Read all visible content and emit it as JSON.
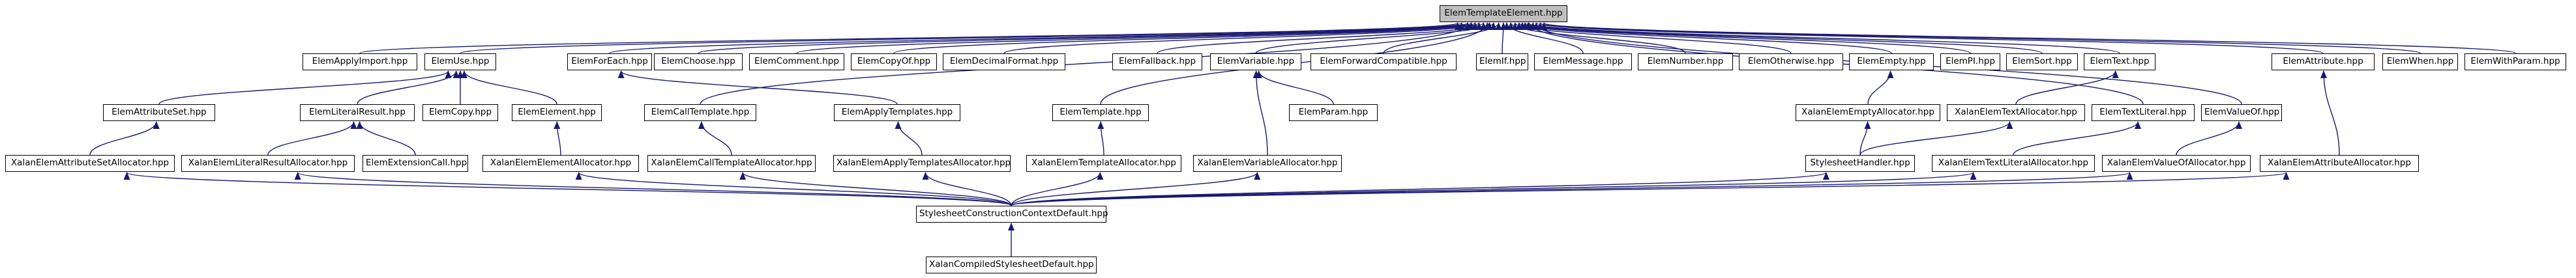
{
  "graph": {
    "nodes": [
      {
        "id": "root",
        "label": "ElemTemplateElement.hpp",
        "root": true
      },
      {
        "id": "applyimport",
        "label": "ElemApplyImport.hpp"
      },
      {
        "id": "use",
        "label": "ElemUse.hpp"
      },
      {
        "id": "foreach",
        "label": "ElemForEach.hpp"
      },
      {
        "id": "choose",
        "label": "ElemChoose.hpp"
      },
      {
        "id": "comment",
        "label": "ElemComment.hpp"
      },
      {
        "id": "copyof",
        "label": "ElemCopyOf.hpp"
      },
      {
        "id": "decimalformat",
        "label": "ElemDecimalFormat.hpp"
      },
      {
        "id": "fallback",
        "label": "ElemFallback.hpp"
      },
      {
        "id": "variable",
        "label": "ElemVariable.hpp"
      },
      {
        "id": "forwardcompat",
        "label": "ElemForwardCompatible.hpp"
      },
      {
        "id": "if",
        "label": "ElemIf.hpp"
      },
      {
        "id": "message",
        "label": "ElemMessage.hpp"
      },
      {
        "id": "number",
        "label": "ElemNumber.hpp"
      },
      {
        "id": "otherwise",
        "label": "ElemOtherwise.hpp"
      },
      {
        "id": "empty",
        "label": "ElemEmpty.hpp"
      },
      {
        "id": "pi",
        "label": "ElemPI.hpp"
      },
      {
        "id": "sort",
        "label": "ElemSort.hpp"
      },
      {
        "id": "text",
        "label": "ElemText.hpp"
      },
      {
        "id": "attribute",
        "label": "ElemAttribute.hpp"
      },
      {
        "id": "when",
        "label": "ElemWhen.hpp"
      },
      {
        "id": "withparam",
        "label": "ElemWithParam.hpp"
      },
      {
        "id": "attributeset",
        "label": "ElemAttributeSet.hpp"
      },
      {
        "id": "literalresult",
        "label": "ElemLiteralResult.hpp"
      },
      {
        "id": "copy",
        "label": "ElemCopy.hpp"
      },
      {
        "id": "element",
        "label": "ElemElement.hpp"
      },
      {
        "id": "calltemplate",
        "label": "ElemCallTemplate.hpp"
      },
      {
        "id": "applytemplates",
        "label": "ElemApplyTemplates.hpp"
      },
      {
        "id": "template",
        "label": "ElemTemplate.hpp"
      },
      {
        "id": "param",
        "label": "ElemParam.hpp"
      },
      {
        "id": "emptyalloc",
        "label": "XalanElemEmptyAllocator.hpp"
      },
      {
        "id": "textalloc",
        "label": "XalanElemTextAllocator.hpp"
      },
      {
        "id": "textliteral",
        "label": "ElemTextLiteral.hpp"
      },
      {
        "id": "valueof",
        "label": "ElemValueOf.hpp"
      },
      {
        "id": "attributesetalloc",
        "label": "XalanElemAttributeSetAllocator.hpp"
      },
      {
        "id": "literalresultalloc",
        "label": "XalanElemLiteralResultAllocator.hpp"
      },
      {
        "id": "extensioncall",
        "label": "ElemExtensionCall.hpp"
      },
      {
        "id": "elementalloc",
        "label": "XalanElemElementAllocator.hpp"
      },
      {
        "id": "calltemplatealloc",
        "label": "XalanElemCallTemplateAllocator.hpp"
      },
      {
        "id": "applytemplatesalloc",
        "label": "XalanElemApplyTemplatesAllocator.hpp"
      },
      {
        "id": "templatealloc",
        "label": "XalanElemTemplateAllocator.hpp"
      },
      {
        "id": "variablealloc",
        "label": "XalanElemVariableAllocator.hpp"
      },
      {
        "id": "stylesheethandler",
        "label": "StylesheetHandler.hpp"
      },
      {
        "id": "textliteralalloc",
        "label": "XalanElemTextLiteralAllocator.hpp"
      },
      {
        "id": "valueofalloc",
        "label": "XalanElemValueOfAllocator.hpp"
      },
      {
        "id": "attributealloc",
        "label": "XalanElemAttributeAllocator.hpp"
      },
      {
        "id": "sccd",
        "label": "StylesheetConstructionContextDefault.hpp"
      },
      {
        "id": "compiledstylesheet",
        "label": "XalanCompiledStylesheetDefault.hpp"
      }
    ],
    "edges": [
      [
        "applyimport",
        "root"
      ],
      [
        "use",
        "root"
      ],
      [
        "foreach",
        "root"
      ],
      [
        "choose",
        "root"
      ],
      [
        "comment",
        "root"
      ],
      [
        "copyof",
        "root"
      ],
      [
        "decimalformat",
        "root"
      ],
      [
        "fallback",
        "root"
      ],
      [
        "variable",
        "root"
      ],
      [
        "forwardcompat",
        "root"
      ],
      [
        "if",
        "root"
      ],
      [
        "message",
        "root"
      ],
      [
        "number",
        "root"
      ],
      [
        "otherwise",
        "root"
      ],
      [
        "empty",
        "root"
      ],
      [
        "pi",
        "root"
      ],
      [
        "sort",
        "root"
      ],
      [
        "text",
        "root"
      ],
      [
        "attribute",
        "root"
      ],
      [
        "when",
        "root"
      ],
      [
        "withparam",
        "root"
      ],
      [
        "calltemplate",
        "root"
      ],
      [
        "template",
        "root"
      ],
      [
        "textliteral",
        "root"
      ],
      [
        "valueof",
        "root"
      ],
      [
        "attributeset",
        "use"
      ],
      [
        "literalresult",
        "use"
      ],
      [
        "copy",
        "use"
      ],
      [
        "element",
        "use"
      ],
      [
        "applytemplates",
        "foreach"
      ],
      [
        "param",
        "variable"
      ],
      [
        "emptyalloc",
        "empty"
      ],
      [
        "textalloc",
        "text"
      ],
      [
        "attributesetalloc",
        "attributeset"
      ],
      [
        "literalresultalloc",
        "literalresult"
      ],
      [
        "extensioncall",
        "literalresult"
      ],
      [
        "elementalloc",
        "element"
      ],
      [
        "calltemplatealloc",
        "calltemplate"
      ],
      [
        "applytemplatesalloc",
        "applytemplates"
      ],
      [
        "templatealloc",
        "template"
      ],
      [
        "variablealloc",
        "variable"
      ],
      [
        "stylesheethandler",
        "emptyalloc"
      ],
      [
        "stylesheethandler",
        "textalloc"
      ],
      [
        "textliteralalloc",
        "textliteral"
      ],
      [
        "valueofalloc",
        "valueof"
      ],
      [
        "attributealloc",
        "attribute"
      ],
      [
        "sccd",
        "attributesetalloc"
      ],
      [
        "sccd",
        "literalresultalloc"
      ],
      [
        "sccd",
        "elementalloc"
      ],
      [
        "sccd",
        "calltemplatealloc"
      ],
      [
        "sccd",
        "applytemplatesalloc"
      ],
      [
        "sccd",
        "templatealloc"
      ],
      [
        "sccd",
        "variablealloc"
      ],
      [
        "sccd",
        "stylesheethandler"
      ],
      [
        "sccd",
        "textliteralalloc"
      ],
      [
        "sccd",
        "valueofalloc"
      ],
      [
        "sccd",
        "attributealloc"
      ],
      [
        "compiledstylesheet",
        "sccd"
      ]
    ]
  }
}
